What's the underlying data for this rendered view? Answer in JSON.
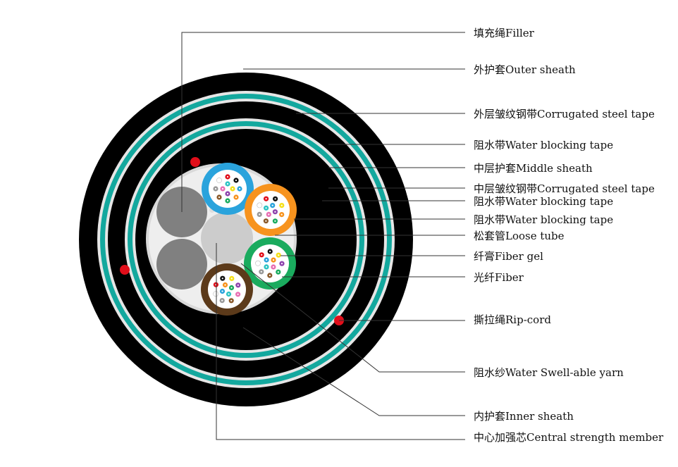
{
  "labels": [
    {
      "id": "filler",
      "text": "填充绳Filler"
    },
    {
      "id": "outer-sheath",
      "text": "外护套Outer sheath"
    },
    {
      "id": "outer-corrugated-tape",
      "text": "外层皱纹钢带Corrugated steel tape"
    },
    {
      "id": "water-blocking-tape-1",
      "text": "阻水带Water blocking tape"
    },
    {
      "id": "middle-sheath",
      "text": "中层护套Middle sheath"
    },
    {
      "id": "middle-corrugated-tape",
      "text": "中层皱纹钢带Corrugated steel tape"
    },
    {
      "id": "water-blocking-tape-2",
      "text": "阻水带Water blocking tape"
    },
    {
      "id": "water-blocking-tape-3",
      "text": "阻水带Water blocking tape"
    },
    {
      "id": "loose-tube",
      "text": "松套管Loose tube"
    },
    {
      "id": "fiber-gel",
      "text": "纤膏Fiber gel"
    },
    {
      "id": "fiber",
      "text": "光纤Fiber"
    },
    {
      "id": "rip-cord",
      "text": "撕拉绳Rip-cord"
    },
    {
      "id": "water-swellable-yarn",
      "text": "阻水纱Water Swell-able yarn"
    },
    {
      "id": "inner-sheath",
      "text": "内护套Inner sheath"
    },
    {
      "id": "central-strength-member",
      "text": "中心加强芯Central strength member"
    }
  ],
  "colors": {
    "sheath": "#000000",
    "steel_tape": "#13a89e",
    "water_blocking_tape": "#e6e6e6",
    "filler": "#808080",
    "central_member": "#cccccc",
    "core_fill": "#eeeeee",
    "rip_cord": "#e10e1a",
    "tube_blue": "#2aa3dc",
    "tube_orange": "#f7931e",
    "tube_green": "#1aab5e",
    "tube_brown": "#5c3a1a"
  },
  "fiber_colors": [
    "#2aa3dc",
    "#f7931e",
    "#1aab5e",
    "#8b5a2b",
    "#999999",
    "#ffffff",
    "#e10e1a",
    "#111111",
    "#f5e01a",
    "#8e44ad",
    "#e86fb4",
    "#2ec4c4"
  ]
}
